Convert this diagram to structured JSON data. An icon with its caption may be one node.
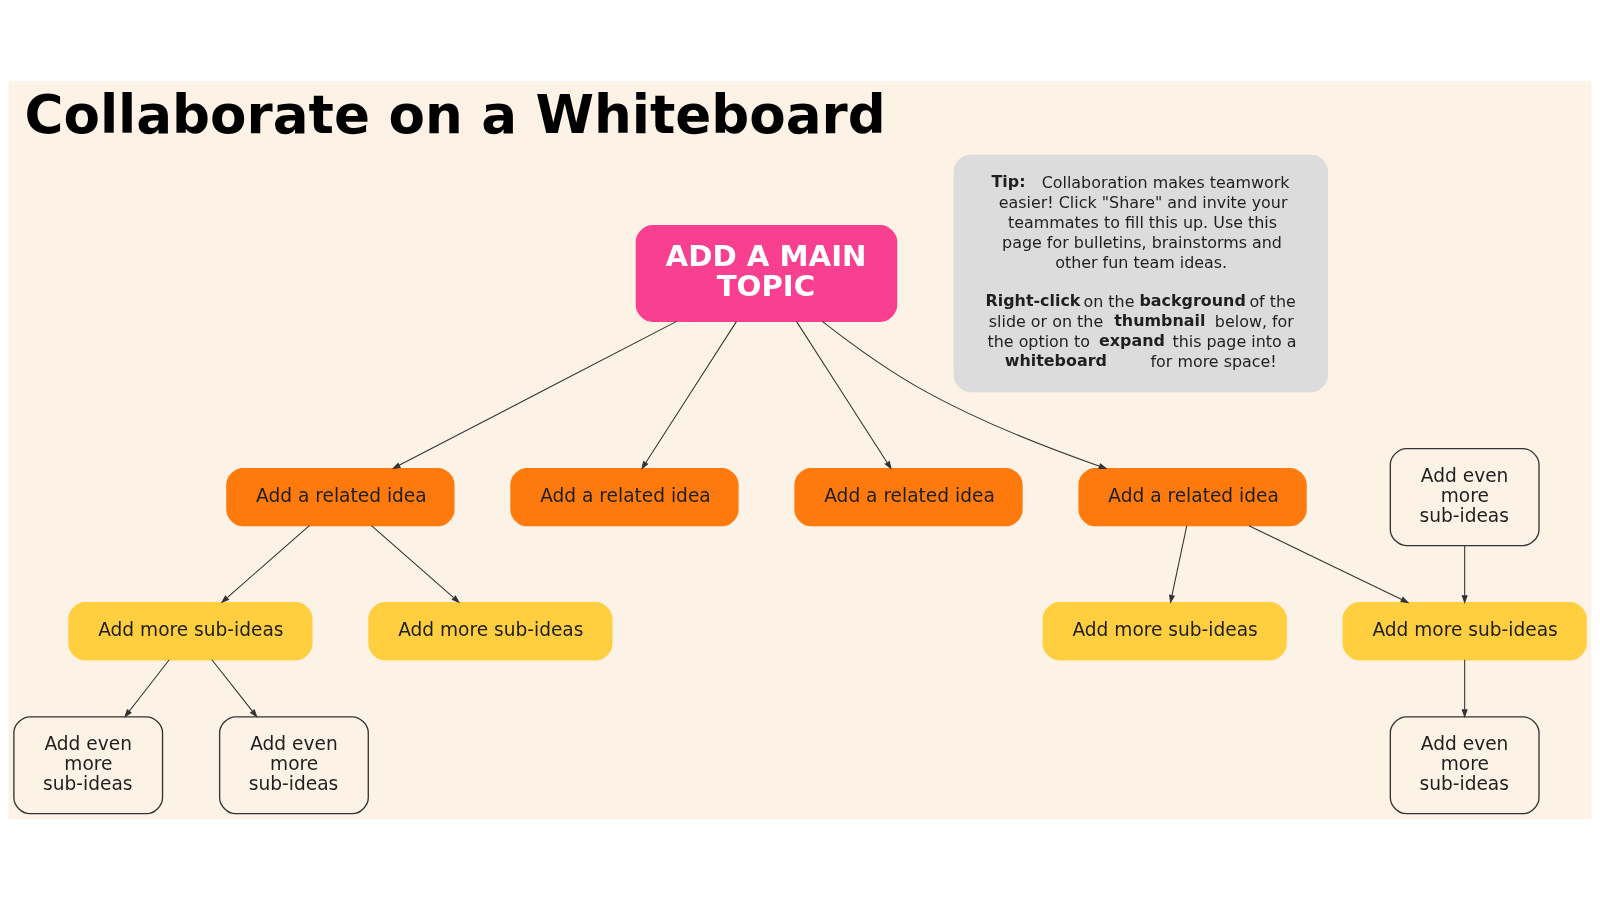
{
  "diagram": {
    "title": "Collaborate on a Whiteboard",
    "nodes": [
      {
        "text": [
          "Add even more sub-ideas"
        ]
      },
      {
        "text": [
          "Add more sub-ideas"
        ]
      },
      {
        "text": [
          "Add even more sub-ideas"
        ]
      },
      {
        "text": [
          "Add a related idea"
        ]
      },
      {
        "text": [
          "Add more sub-ideas"
        ]
      },
      {
        "text": [
          "Add a related idea"
        ]
      },
      {
        "text": [
          "ADD A MAIN TOPIC"
        ]
      },
      {
        "text": [
          "Add a related idea"
        ]
      },
      {
        "text": [
          "Add more sub-ideas"
        ]
      },
      {
        "text": [
          "Add a related idea"
        ]
      },
      {
        "text": [
          "Add even more sub-ideas"
        ]
      },
      {
        "text": [
          "Add more sub-ideas"
        ]
      },
      {
        "text": [
          "Add even more sub-ideas"
        ]
      },
      {
        "text": [
          "**Tip:** Collaboration makes teamwork easier! Click \"Share\" and invite your teammates to fill this up. Use this page for bulletins, brainstorms and other fun team ideas.",
          "**Right-click** on the **background** of the slide or on the **thumbnail** below, for the option to **expand** this page into a **whiteboard** for more space!"
        ]
      }
    ],
    "edges": [
      {
        "from": 6,
        "to": 3,
        "arrow": "to"
      },
      {
        "from": 6,
        "to": 5,
        "arrow": "to"
      },
      {
        "from": 6,
        "to": 7,
        "arrow": "to"
      },
      {
        "from": 6,
        "to": 9,
        "arrow": "to"
      },
      {
        "from": 3,
        "to": 1,
        "arrow": "to"
      },
      {
        "from": 3,
        "to": 4,
        "arrow": "to"
      },
      {
        "from": 1,
        "to": 0,
        "arrow": "to"
      },
      {
        "from": 1,
        "to": 2,
        "arrow": "to"
      },
      {
        "from": 9,
        "to": 8,
        "arrow": "to"
      },
      {
        "from": 9,
        "to": 11,
        "arrow": "to"
      },
      {
        "from": 10,
        "to": 11,
        "arrow": "to"
      },
      {
        "from": 11,
        "to": 12,
        "arrow": "to"
      }
    ]
  }
}
